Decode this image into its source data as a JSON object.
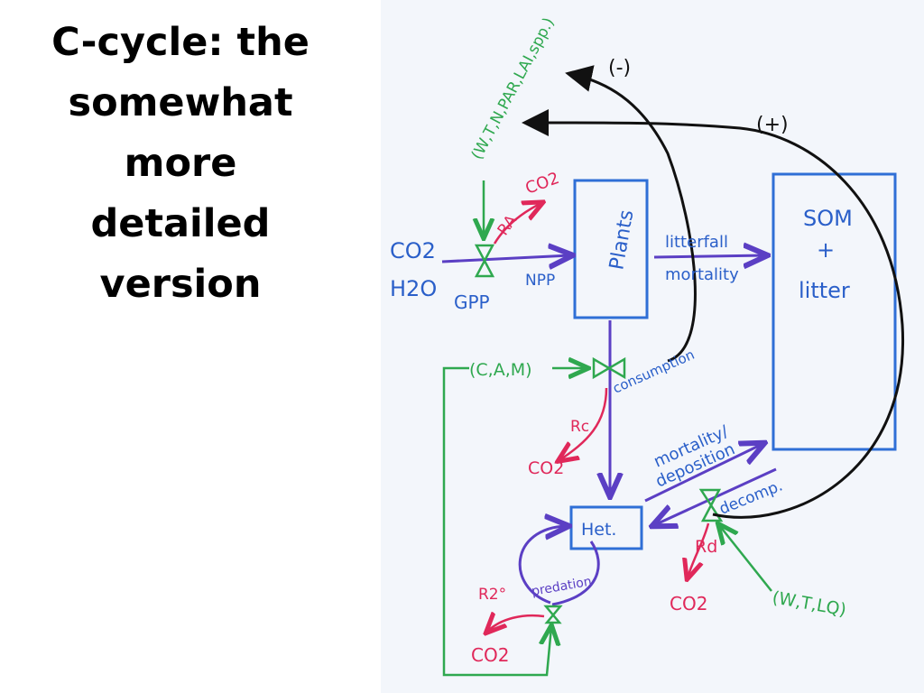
{
  "title_lines": [
    "C-cycle: the",
    "somewhat",
    "more",
    "detailed",
    "version"
  ],
  "labels": {
    "co2_in": "CO2",
    "h2o_in": "H2O",
    "gpp": "GPP",
    "npp": "NPP",
    "ra": "RA",
    "co2_ra": "CO2",
    "plants": "Plants",
    "litterfall": "litterfall",
    "mortality_top": "mortality",
    "som": "SOM",
    "plus": "+",
    "litter": "litter",
    "env_factors_top": "(W,T,N,PAR,LAI,spp.)",
    "minus_sign": "(-)",
    "plus_sign": "(+)",
    "cam": "(C,A,M)",
    "consumption": "consumption",
    "rc": "Rc",
    "co2_rc": "CO2",
    "mortality_deposition_1": "mortality/",
    "mortality_deposition_2": "deposition",
    "het": "Het.",
    "decomp": "decomp.",
    "rd": "Rd",
    "co2_rd": "CO2",
    "env_factors_bottom": "(W,T,LQ)",
    "predation": "predation",
    "r2": "R2°",
    "co2_r2": "CO2"
  },
  "colors": {
    "blue_box": "#2f6fd6",
    "purple": "#5b3fc4",
    "green": "#2fa84f",
    "red": "#e0285a",
    "black": "#111111",
    "blue_text": "#2a5fc9"
  }
}
